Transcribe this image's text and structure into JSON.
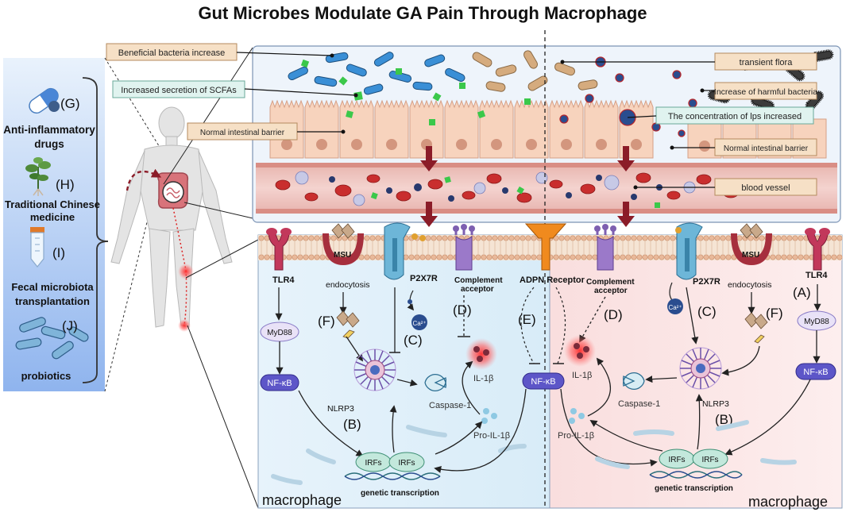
{
  "title": "Gut Microbes Modulate GA Pain Through Macrophage",
  "left_panel": {
    "g_label": "(G)",
    "g_text_1": "Anti-inflammatory",
    "g_text_2": "drugs",
    "h_label": "(H)",
    "h_text_1": "Traditional Chinese",
    "h_text_2": "medicine",
    "i_label": "(I)",
    "i_text_1": "Fecal microbiota",
    "i_text_2": "transplantation",
    "j_label": "(J)",
    "j_text": "probiotics"
  },
  "gut_labels": {
    "beneficial": "Beneficial bacteria increase",
    "scfa": "Increased secretion of SCFAs",
    "normal_barrier_left": "Normal intestinal barrier",
    "transient": "transient flora",
    "harmful": "Increase of harmful bacteria",
    "lps": "The concentration of lps increased",
    "normal_barrier_right": "Normal intestinal barrier",
    "blood_vessel": "blood vessel"
  },
  "cell_left": {
    "tlr4": "TLR4",
    "msu": "MSU",
    "endocytosis": "endocytosis",
    "p2x7r": "P2X7R",
    "complement_1": "Complement",
    "complement_2": "acceptor",
    "f": "(F)",
    "c": "(C)",
    "d": "(D)",
    "b": "(B)",
    "ca": "Ca²⁺",
    "myd88": "MyD88",
    "nfkb": "NF-κB",
    "nlrp3": "NLRP3",
    "caspase": "Caspase-1",
    "il1b": "IL-1β",
    "pro_il1b": "Pro-IL-1β",
    "irf1": "IRFs",
    "irf2": "IRFs",
    "genetic": "genetic transcription",
    "macrophage": "macrophage"
  },
  "cell_center": {
    "adpn": "ADPN Receptor",
    "e": "(E)",
    "nfkb": "NF-κB"
  },
  "cell_right": {
    "complement_1": "Complement",
    "complement_2": "acceptor",
    "d": "(D)",
    "p2x7r": "P2X7R",
    "c": "(C)",
    "ca": "Ca²⁺",
    "msu": "MSU",
    "endocytosis": "endocytosis",
    "f": "(F)",
    "tlr4": "TLR4",
    "a": "(A)",
    "myd88": "MyD88",
    "nfkb": "NF-κB",
    "il1b": "IL-1β",
    "caspase": "Caspase-1",
    "nlrp3": "NLRP3",
    "b": "(B)",
    "pro_il1b": "Pro-IL-1β",
    "irf1": "IRFs",
    "irf2": "IRFs",
    "genetic": "genetic transcription",
    "macrophage": "macrophage"
  },
  "colors": {
    "gut_bg": "#eef4fb",
    "cell_left_bg": "#e3f1fa",
    "cell_right_bg": "#fbe6e6",
    "label_orange": "#f6e0c6",
    "label_teal": "#e0f3ef",
    "nfkb": "#5d56c8",
    "myd88": "#e9e2f7",
    "arrow_red": "#8b1c28"
  }
}
